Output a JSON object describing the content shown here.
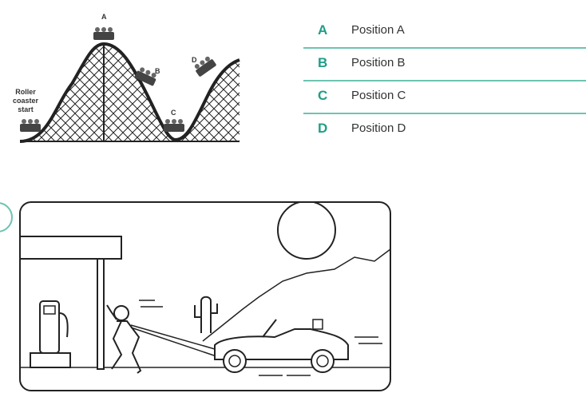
{
  "coaster": {
    "start_label": [
      "Roller",
      "coaster",
      "start"
    ],
    "marker_a": "A",
    "marker_b": "B",
    "marker_c": "C",
    "marker_d": "D"
  },
  "options": [
    {
      "letter": "A",
      "text": "Position A"
    },
    {
      "letter": "B",
      "text": "Position B"
    },
    {
      "letter": "C",
      "text": "Position C"
    },
    {
      "letter": "D",
      "text": "Position D"
    }
  ],
  "colors": {
    "accent": "#1f9e88",
    "divider": "#6cc4b0",
    "line": "#222222"
  }
}
